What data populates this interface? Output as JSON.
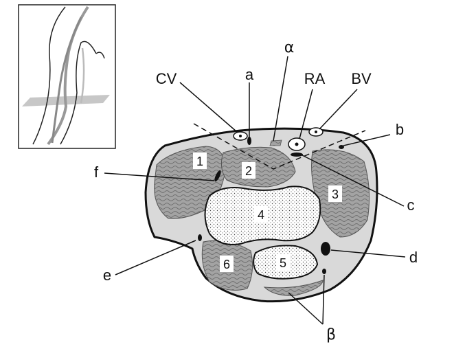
{
  "labels": {
    "cv": "CV",
    "a": "a",
    "alpha": "α",
    "ra": "RA",
    "bv": "BV",
    "b": "b",
    "c": "c",
    "d": "d",
    "e": "e",
    "f": "f",
    "beta": "β"
  },
  "regions": [
    "1",
    "2",
    "3",
    "4",
    "5",
    "6"
  ],
  "colors": {
    "tissue_dark": "#9a9a9a",
    "tissue_light": "#c9c9c9",
    "bone": "#ffffff",
    "outline": "#111111",
    "inset_plane": "#bdbdbd"
  }
}
